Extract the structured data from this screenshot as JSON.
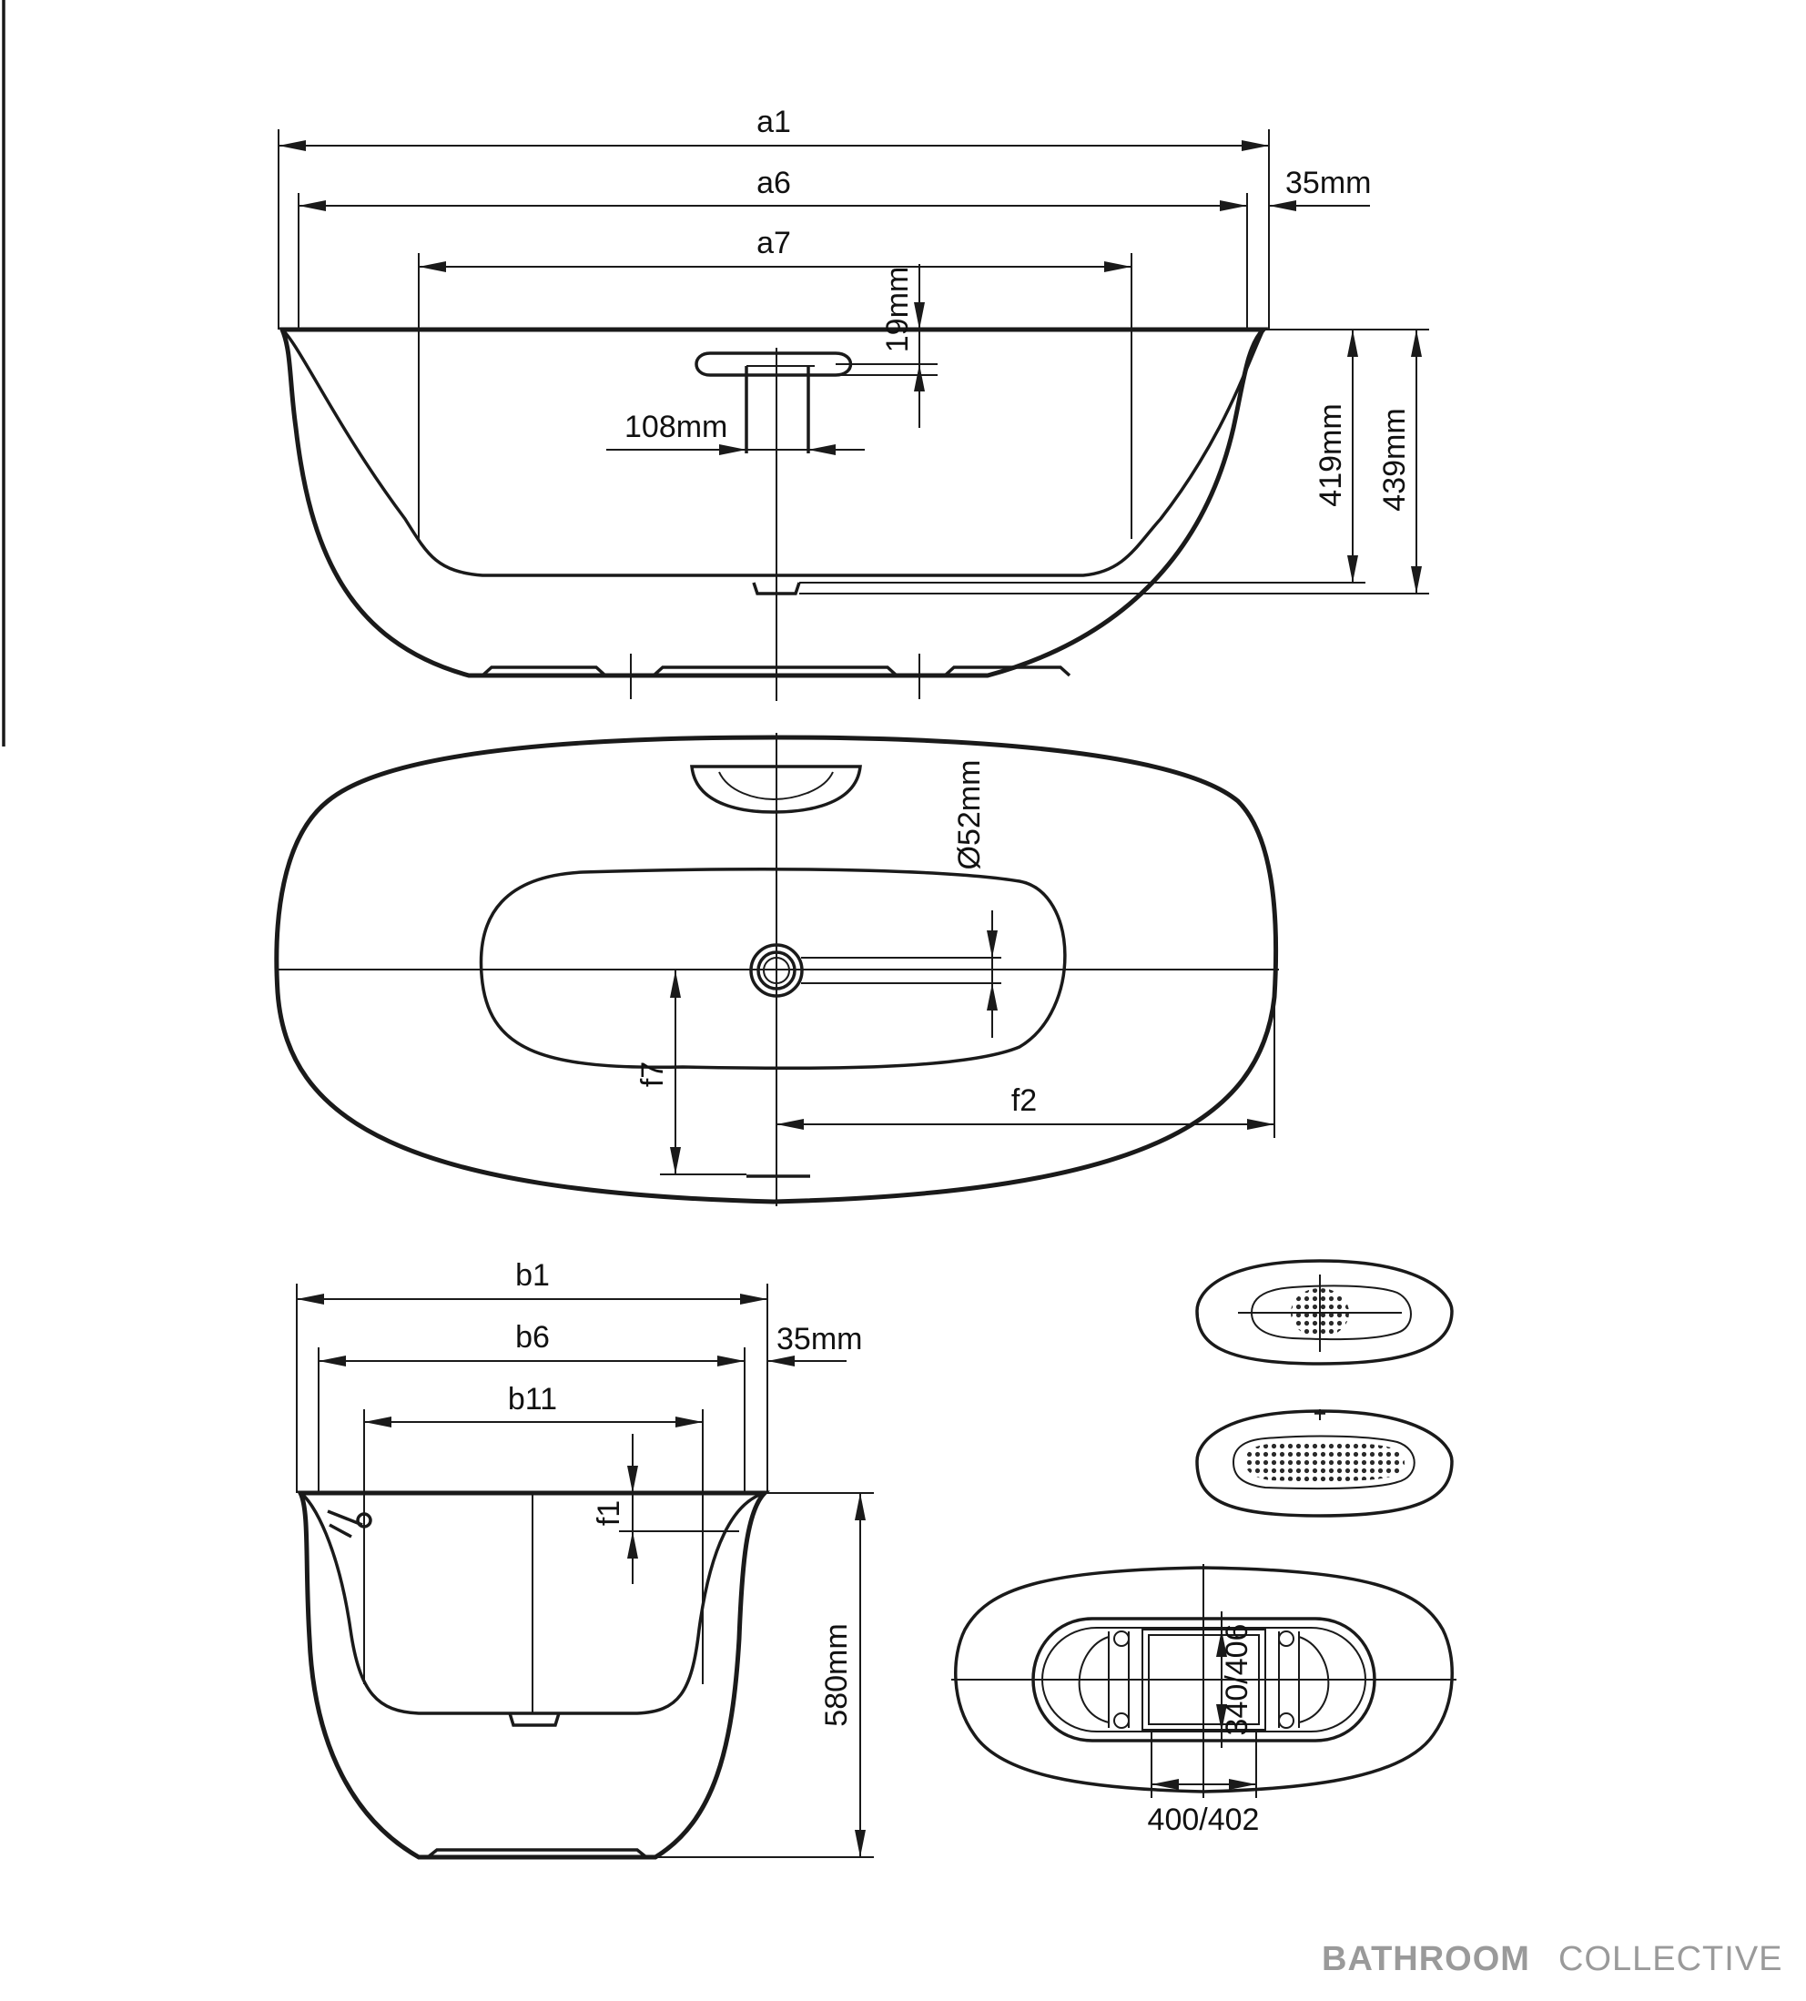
{
  "dimensions": {
    "a1": "a1",
    "a6": "a6",
    "a7": "a7",
    "rim_offset_top": "35mm",
    "overflow_offset": "19mm",
    "overflow_width": "108mm",
    "inner_depth": "419mm",
    "outer_depth": "439mm",
    "waste_diameter": "Ø52mm",
    "f2": "f2",
    "f7": "f7",
    "b1": "b1",
    "b6": "b6",
    "b11": "b11",
    "rim_offset_side": "35mm",
    "f1": "f1",
    "height": "580mm",
    "base_depth": "340/406",
    "base_width": "400/402"
  },
  "brand": {
    "bold": "BATHROOM",
    "light": "COLLECTIVE",
    "color": "#9a9a9a"
  }
}
